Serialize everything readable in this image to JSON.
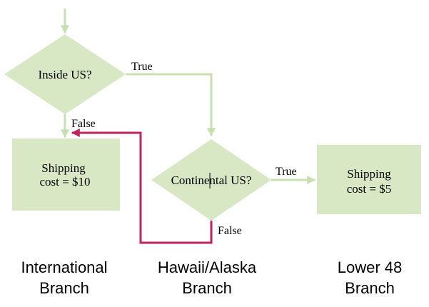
{
  "colors": {
    "node_fill": "#d8e8c4",
    "connector": "#c8e0b0",
    "highlight_path": "#c0245c",
    "text": "#000000"
  },
  "nodes": {
    "inside_us": "Inside US?",
    "continental_us": "Continental US?",
    "shipping_10": [
      "Shipping",
      "cost = $10"
    ],
    "shipping_5": [
      "Shipping",
      "cost = $5"
    ]
  },
  "edge_labels": {
    "inside_true": "True",
    "inside_false": "False",
    "continental_true": "True",
    "continental_false": "False"
  },
  "branches": {
    "international": [
      "International",
      "Branch"
    ],
    "hawaii_alaska": [
      "Hawaii/Alaska",
      "Branch"
    ],
    "lower_48": [
      "Lower 48",
      "Branch"
    ]
  }
}
